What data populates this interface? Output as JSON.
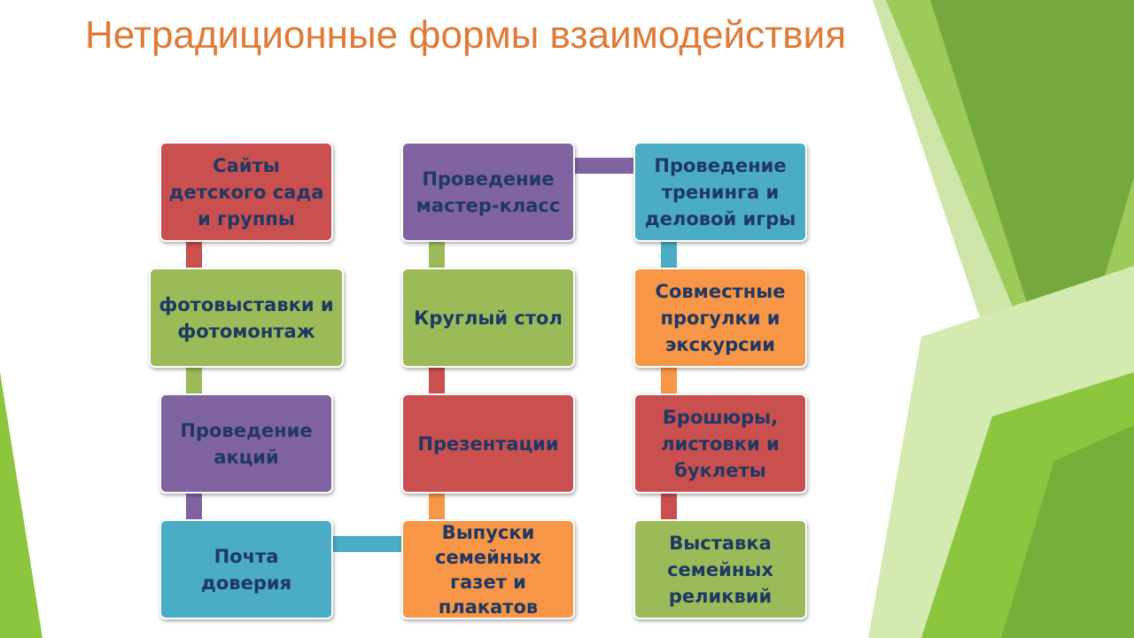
{
  "title": "Нетрадиционные формы взаимодействия",
  "colors": {
    "title": "#E07A36",
    "text": "#1F3864",
    "red": "#C9504F",
    "green": "#9BBB59",
    "purple": "#8064A2",
    "blue": "#4BACC6",
    "orange": "#F79646",
    "decor_green": "#7DB839"
  },
  "boxes": {
    "sites": "Сайты детского сада и группы",
    "photo": "фотовыставки и фотомонтаж",
    "actions": "Проведение акций",
    "mail": "Почта доверия",
    "master": "Проведение мастер-класс",
    "round_table": "Круглый стол",
    "presentations": "Презентации",
    "newspapers": "Выпуски семейных газет и плакатов",
    "training": "Проведение тренинга и деловой игры",
    "walks": "Совместные прогулки и экскурсии",
    "brochures": "Брошюры, листовки и буклеты",
    "relics": "Выставка семейных реликвий"
  }
}
